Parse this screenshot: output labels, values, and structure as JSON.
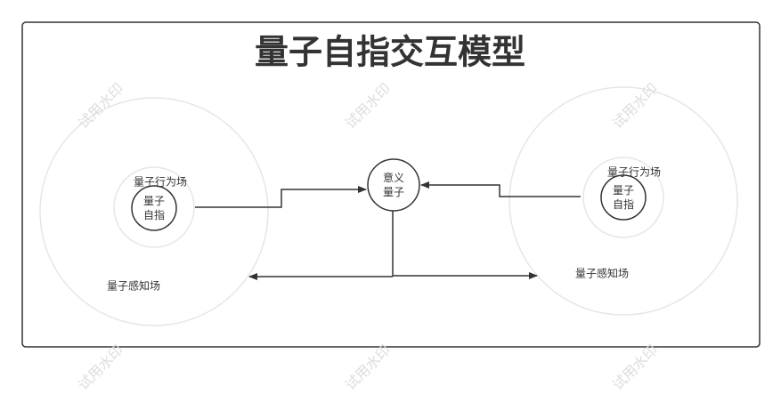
{
  "title": "量子自指交互模型",
  "left": {
    "behavior_field": "量子行为场",
    "perception_field": "量子感知场",
    "node": [
      "量子",
      "自指"
    ]
  },
  "center": {
    "node": [
      "意义",
      "量子"
    ]
  },
  "right": {
    "behavior_field": "量子行为场",
    "perception_field": "量子感知场",
    "node": [
      "量子",
      "自指"
    ]
  },
  "watermark": "试用水印",
  "colors": {
    "stroke": "#333333",
    "field": "#e6e6e6",
    "frame": "#333333"
  }
}
